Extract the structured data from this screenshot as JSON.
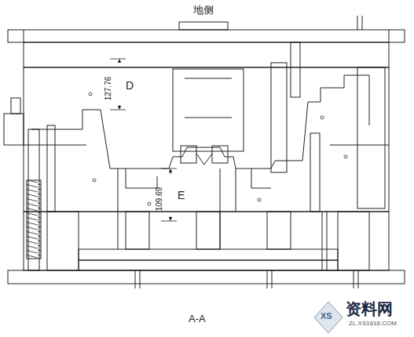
{
  "diagram": {
    "nodes": [],
    "edges": [],
    "labels": [
      "地侧",
      "127.76",
      "D",
      "109.69",
      "E",
      "A-A",
      "XS",
      "资料网",
      "ZL.XS1616.COM"
    ]
  }
}
